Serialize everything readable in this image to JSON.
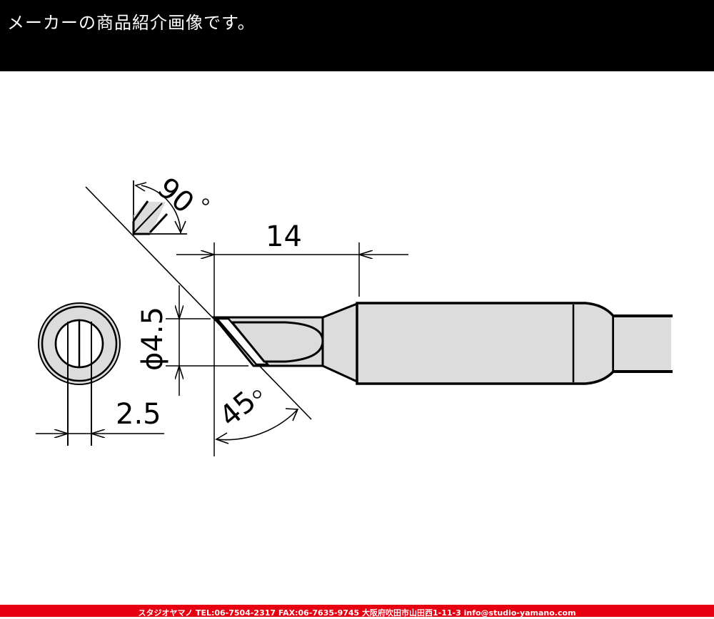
{
  "header": {
    "title": "メーカーの商品紹介画像です。"
  },
  "drawing": {
    "subject": "soldering-iron-tip-knife-shape",
    "dimensions": {
      "angle_top": "90°",
      "length": "14",
      "diameter": "ϕ4.5",
      "width": "2.5",
      "angle_bottom": "45°"
    },
    "colors": {
      "fill": "#dcdcdc",
      "stroke": "#000000"
    }
  },
  "footer": {
    "text": "スタジオヤマノ TEL:06-7504-2317 FAX:06-7635-9745 大阪府吹田市山田西1-11-3 info@studio-yamano.com",
    "background": "#e60012"
  }
}
